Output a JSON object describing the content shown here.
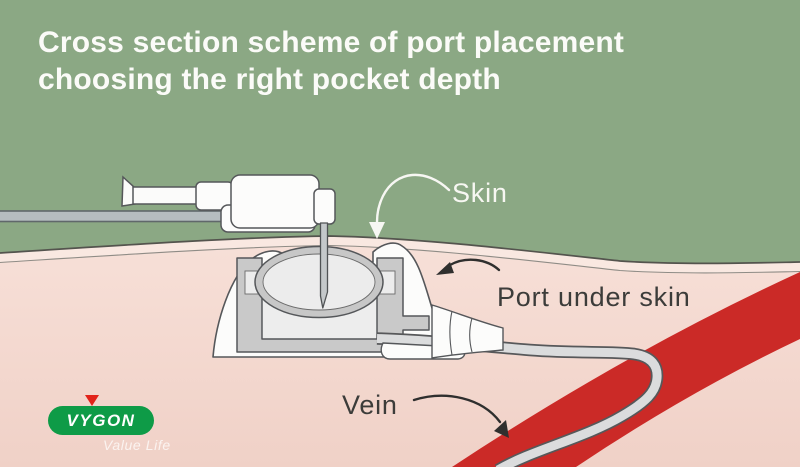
{
  "header": {
    "title_line1": "Cross section scheme of port placement",
    "title_line2": "choosing the right pocket depth"
  },
  "labels": {
    "skin": "Skin",
    "port": "Port under skin",
    "vein": "Vein"
  },
  "logo": {
    "brand": "VYGON",
    "tagline": "Value Life"
  },
  "colors": {
    "background_green": "#8BA884",
    "skin_top": "#F7E0D8",
    "skin_bottom": "#F0D1C7",
    "epidermis_band": "#F9E8E1",
    "outline_gray": "#55575A",
    "vein_red": "#CB2A27",
    "catheter_gray": "#DBDCDD",
    "port_metal_gray": "#C9C9C9",
    "septum_light": "#ECECEC",
    "device_white": "#FCFCFB",
    "logo_green": "#0E9B47",
    "logo_red": "#E2231A",
    "label_dark": "#3C3C3A",
    "label_light": "#F7F7F2"
  }
}
